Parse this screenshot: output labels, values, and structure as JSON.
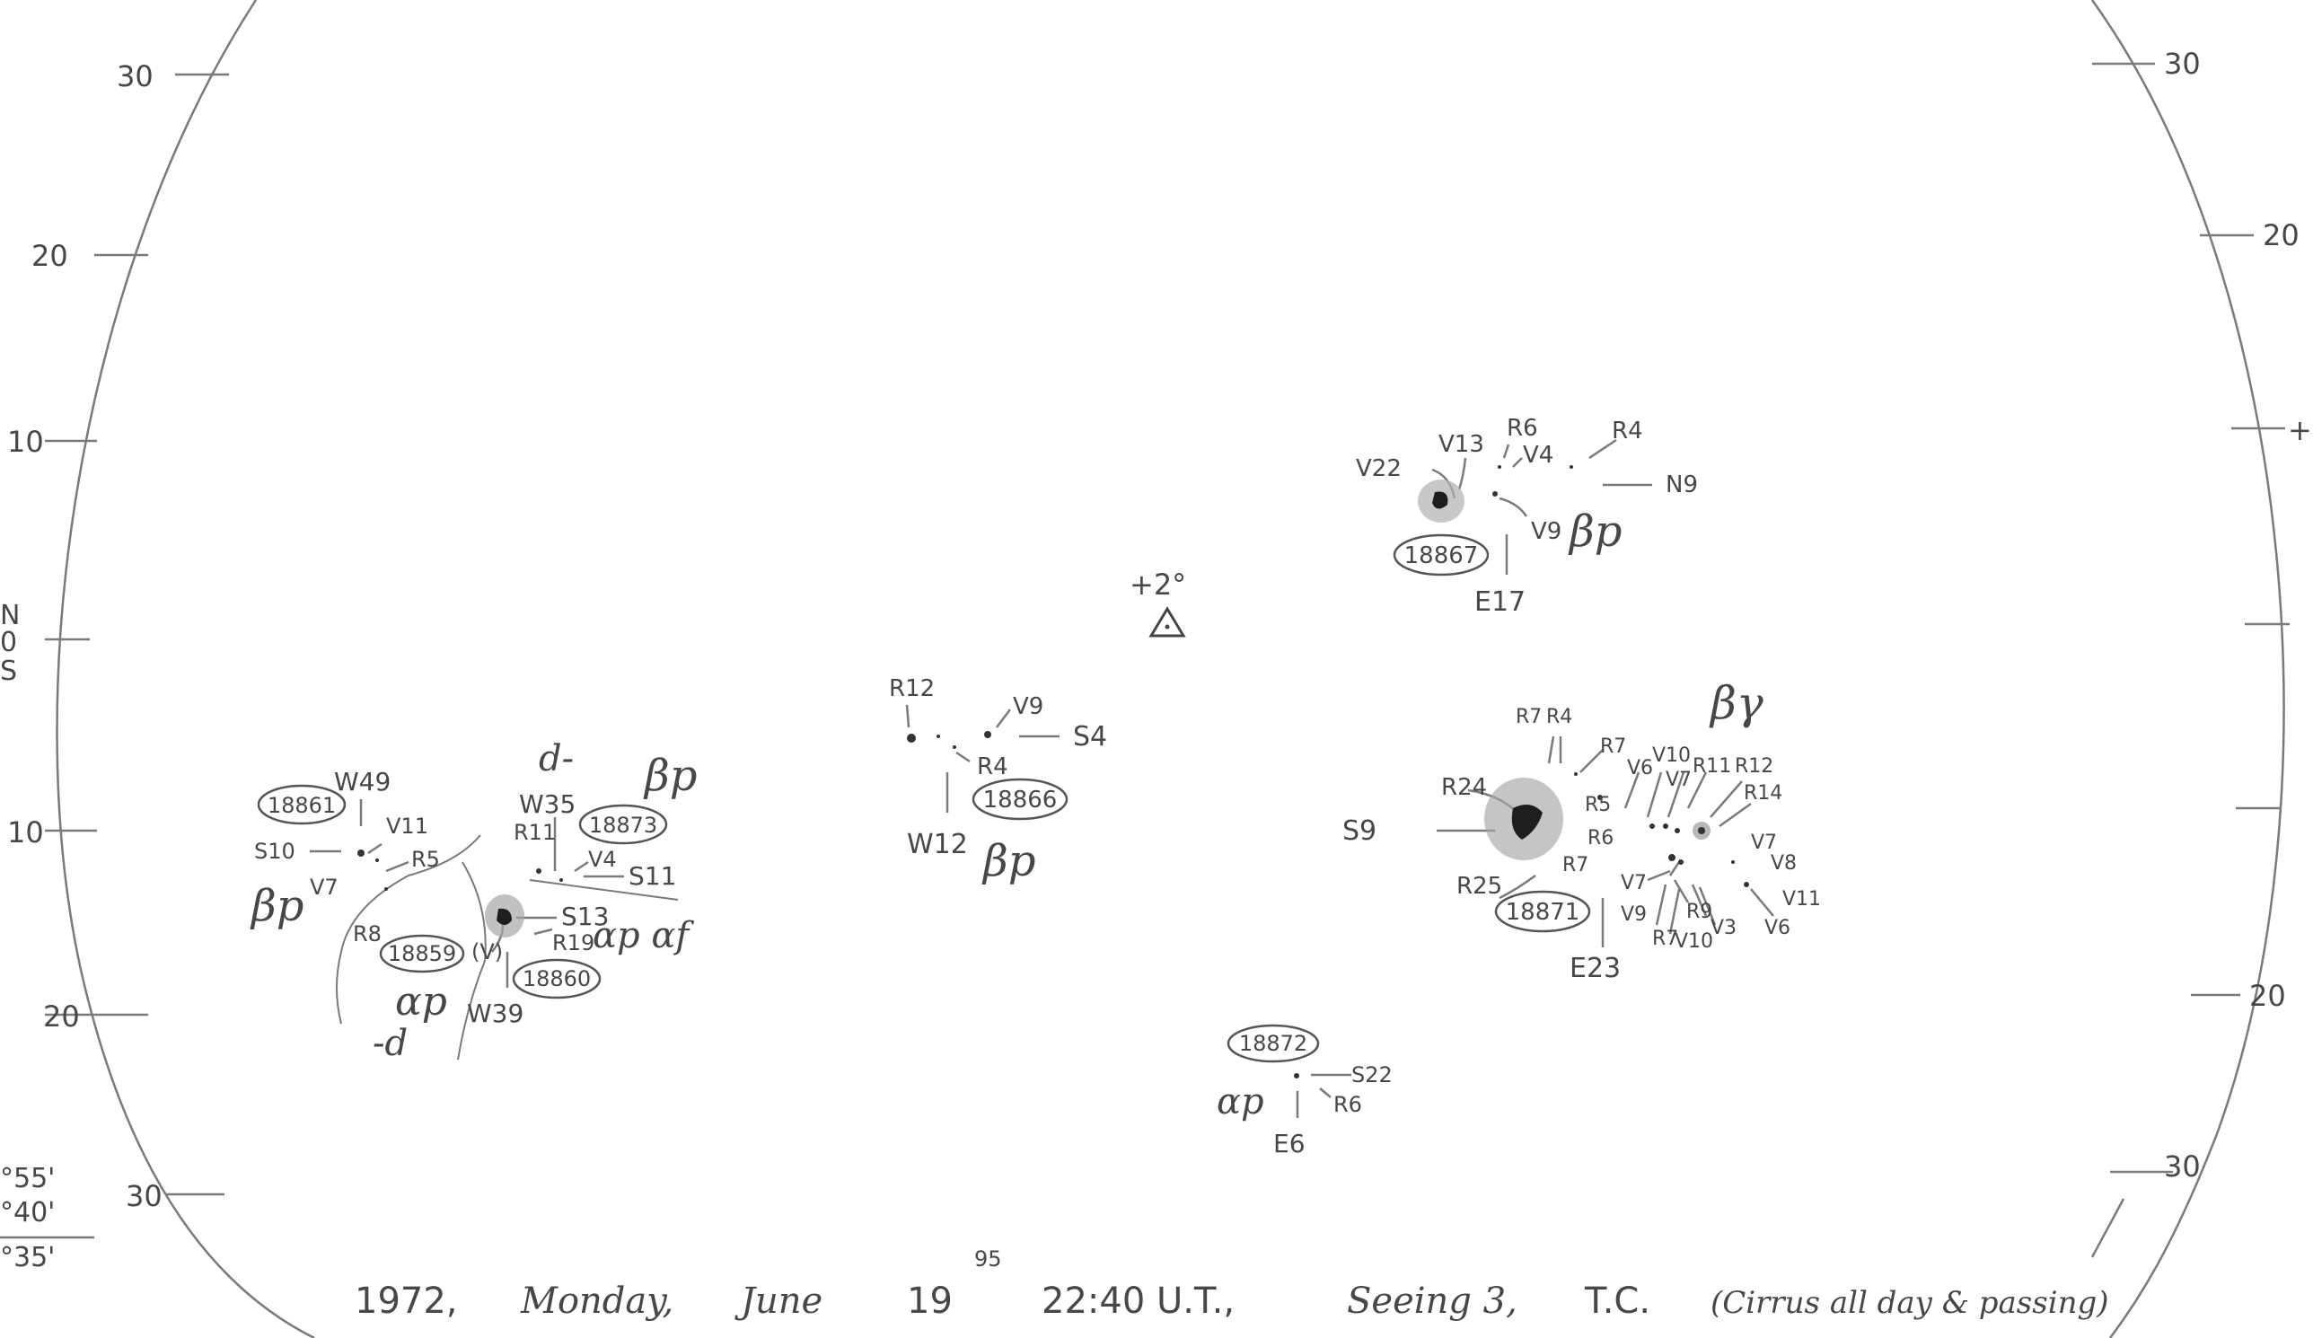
{
  "lat_ticks_left": [
    "30",
    "20",
    "10",
    "10",
    "20",
    "30"
  ],
  "lat_ticks_right": [
    "30",
    "20",
    "+",
    "",
    "",
    "20",
    "30"
  ],
  "hemisphere_marks": [
    "N",
    "0",
    "S"
  ],
  "corner_values": [
    "°55'",
    "°40'",
    "°35'"
  ],
  "center_marker": {
    "angle_label": "+2°",
    "symbol": "⊿"
  },
  "groups": [
    {
      "number": "18867",
      "classification": "βp",
      "labels": [
        "V22",
        "V13",
        "R6",
        "V4",
        "R4",
        "N9",
        "V9",
        "E17"
      ]
    },
    {
      "number": "18866",
      "classification": "βp",
      "labels": [
        "R12",
        "V9",
        "S4",
        "R4",
        "W12"
      ]
    },
    {
      "number": "18871",
      "classification": "βγ",
      "labels": [
        "R7",
        "R4",
        "R7",
        "V6",
        "V10",
        "V7",
        "R11",
        "R12",
        "R14",
        "R24",
        "R5",
        "R6",
        "S9",
        "R7",
        "V7",
        "V8",
        "V11",
        "R25",
        "V7",
        "V9",
        "R9",
        "V3",
        "V6",
        "R7",
        "V10",
        "E23"
      ]
    },
    {
      "number": "18861",
      "classification": "βp",
      "labels": [
        "W49",
        "V11",
        "S10",
        "R5",
        "V7",
        "R8"
      ]
    },
    {
      "number": "18873",
      "classification": "βp",
      "labels": [
        "d-",
        "W35",
        "R11",
        "V4",
        "S11"
      ]
    },
    {
      "number": "18859",
      "classification": "αp",
      "labels": [
        "-d"
      ]
    },
    {
      "number": "18860",
      "classification": "αp αf",
      "labels": [
        "S13",
        "(V)",
        "R19",
        "W39"
      ]
    },
    {
      "number": "18872",
      "classification": "αp",
      "labels": [
        "S22",
        "R6",
        "E6"
      ]
    }
  ],
  "footer": {
    "year": "1972,",
    "weekday": "Monday,",
    "month": "June",
    "day": "19",
    "day_fraction": "95",
    "time": "22:40 U.T.,",
    "seeing": "Seeing 3,",
    "observer": "T.C.",
    "note": "(Cirrus all day & passing)"
  }
}
